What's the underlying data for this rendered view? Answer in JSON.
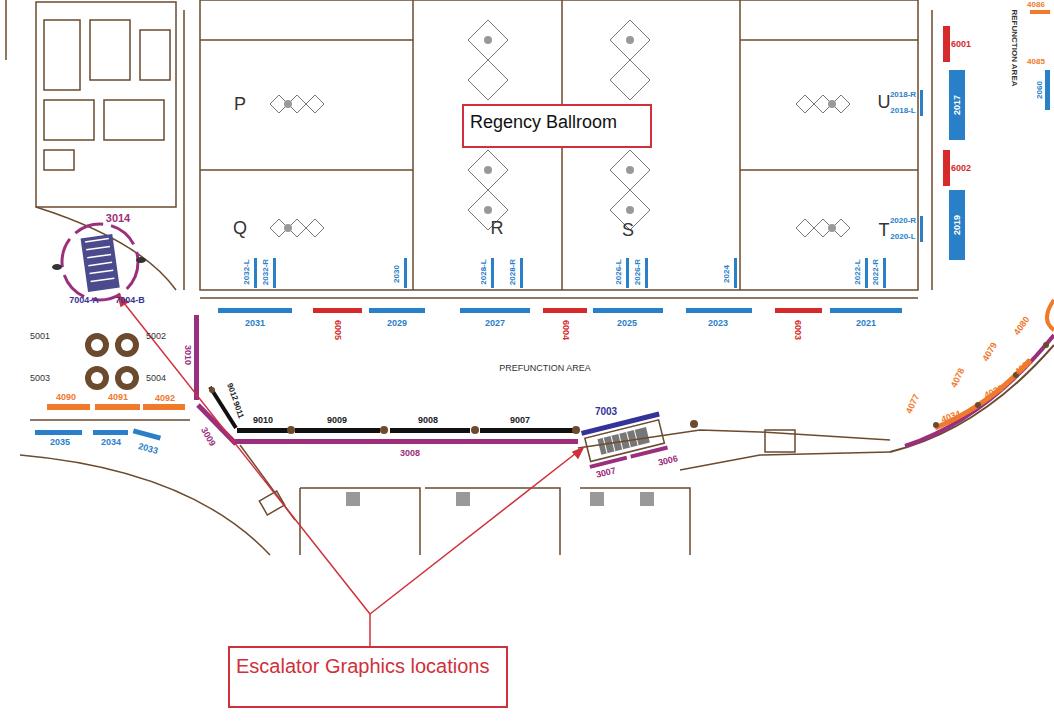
{
  "diagram": {
    "nodes": [
      {
        "text": [
          "Regency Ballroom"
        ]
      },
      {
        "text": [
          "Escalator Graphics locations"
        ]
      }
    ],
    "labels": [
      "P",
      "Q",
      "R",
      "S",
      "T",
      "U",
      "2031",
      "6005",
      "2029",
      "2027",
      "6004",
      "2025",
      "2023",
      "6003",
      "2021",
      "2032-L",
      "2032-R",
      "2030",
      "2028-L",
      "2028-R",
      "2026-L",
      "2026-R",
      "2024",
      "2022-L",
      "2022-R",
      "2018-R",
      "2018-L",
      "2017",
      "6001",
      "6002",
      "2020-R",
      "2020-L",
      "2019",
      "4086",
      "4085",
      "2060",
      "REFUNCTION AREA",
      "PREFUNCTION AREA",
      "3014",
      "7004-A",
      "7004-B",
      "5001",
      "5002",
      "5003",
      "5004",
      "3010",
      "9012",
      "9011",
      "9010",
      "9009",
      "9008",
      "9007",
      "3009",
      "3008",
      "7003",
      "3007",
      "3006",
      "4090",
      "4091",
      "4092",
      "2035",
      "2034",
      "2033",
      "4077",
      "4034",
      "4078",
      "4033",
      "4079",
      "4032",
      "4080"
    ]
  }
}
